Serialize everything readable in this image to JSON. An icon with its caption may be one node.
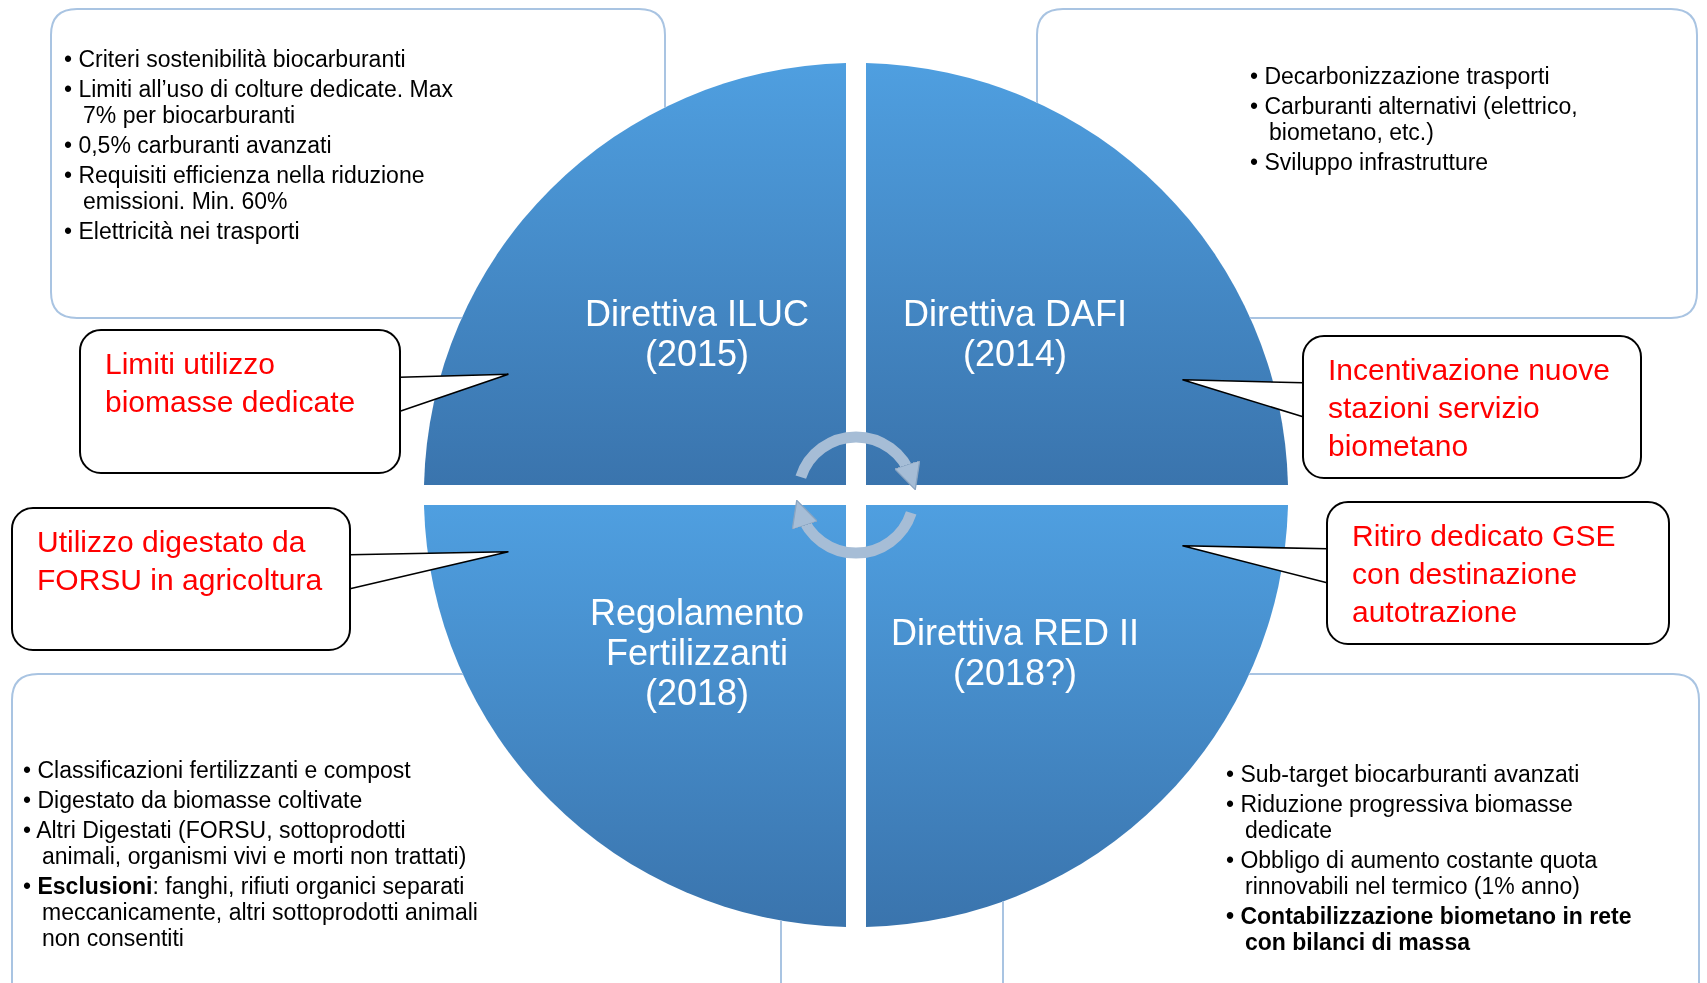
{
  "diagram": {
    "nodes": [
      {
        "text": [
          "• Criteri sostenibilità biocarburanti",
          "• Limiti all’uso di colture dedicate. Max 7% per biocarburanti",
          "• 0,5% carburanti avanzati",
          "• Requisiti efficienza nella riduzione emissioni. Min. 60%",
          "• Elettricità nei trasporti"
        ]
      },
      {
        "text": [
          "• Decarbonizzazione trasporti",
          "• Carburanti alternativi (elettrico, biometano, etc.)",
          "• Sviluppo infrastrutture"
        ]
      },
      {
        "text": [
          "Direttiva ILUC (2015)"
        ]
      },
      {
        "text": [
          "Direttiva DAFI (2014)"
        ]
      },
      {
        "text": [
          "Limiti utilizzo biomasse dedicate"
        ]
      },
      {
        "text": [
          "Incentivazione nuove stazioni servizio biometano"
        ]
      },
      {
        "text": [
          "Utilizzo digestato da FORSU in agricoltura"
        ]
      },
      {
        "text": [
          "Regolamento Fertilizzanti (2018)"
        ]
      },
      {
        "text": [
          "Direttiva RED II (2018?)"
        ]
      },
      {
        "text": [
          "Ritiro dedicato GSE con destinazione autotrazione"
        ]
      },
      {
        "text": [
          "• Classificazioni fertilizzanti e compost",
          "• Digestato da biomasse coltivate",
          "• Altri Digestati (FORSU, sottoprodotti animali,  organismi vivi e morti non trattati)",
          "• **Esclusioni**: fanghi, rifiuti organici separati meccanicamente, altri sottoprodotti animali non consentiti"
        ]
      },
      {
        "text": [
          "• Sub-target biocarburanti avanzati",
          "• Riduzione progressiva biomasse dedicate",
          "• Obbligo di aumento costante quota rinnovabili nel termico (1% anno)",
          "• Contabilizzazione biometano in rete con bilanci di massa"
        ]
      }
    ],
    "edges": [
      {
        "from": 4,
        "to": 2,
        "arrow": "none"
      },
      {
        "from": 5,
        "to": 3,
        "arrow": "none"
      },
      {
        "from": 6,
        "to": 7,
        "arrow": "none"
      },
      {
        "from": 9,
        "to": 8,
        "arrow": "none"
      },
      {
        "from": 2,
        "to": 3,
        "arrow": "to"
      },
      {
        "from": 8,
        "to": 7,
        "arrow": "to"
      }
    ]
  }
}
